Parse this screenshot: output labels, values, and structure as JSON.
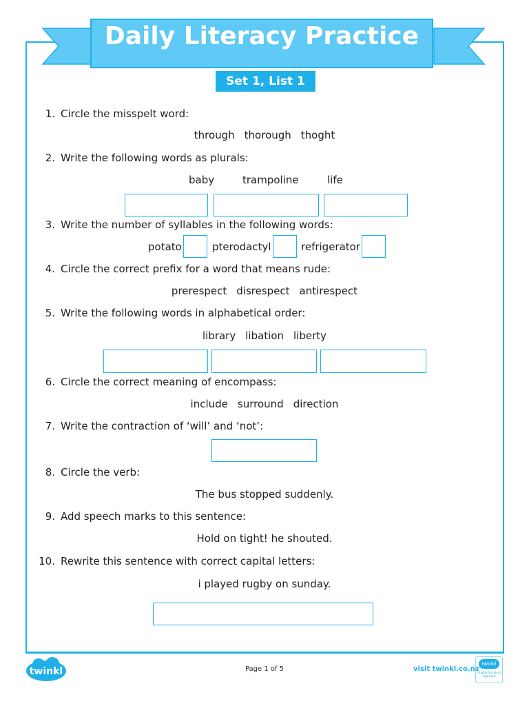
{
  "title": "Daily Literacy Practice",
  "subtitle": "Set 1, List 1",
  "colors": {
    "accent": "#1fb0ea",
    "banner": "#5ecaf5"
  },
  "questions": [
    {
      "num": "1.",
      "text": "Circle the misspelt word:",
      "options": [
        "through",
        "thorough",
        "thoght"
      ]
    },
    {
      "num": "2.",
      "text": "Write the following words as plurals:",
      "options": [
        "baby",
        "trampoline",
        "life"
      ]
    },
    {
      "num": "3.",
      "text": "Write the number of syllables in the following words:",
      "options": [
        "potato",
        "pterodactyl",
        "refrigerator"
      ]
    },
    {
      "num": "4.",
      "text": "Circle the correct prefix for a word that means rude:",
      "options": [
        "prerespect",
        "disrespect",
        "antirespect"
      ]
    },
    {
      "num": "5.",
      "text": "Write the following words in alphabetical order:",
      "options": [
        "library",
        "libation",
        "liberty"
      ]
    },
    {
      "num": "6.",
      "text": "Circle the correct meaning of encompass:",
      "options": [
        "include",
        "surround",
        "direction"
      ]
    },
    {
      "num": "7.",
      "text": "Write the contraction of ‘will’ and ‘not’:"
    },
    {
      "num": "8.",
      "text": "Circle the verb:",
      "sentence": "The bus stopped suddenly."
    },
    {
      "num": "9.",
      "text": "Add speech marks to this sentence:",
      "sentence": "Hold on tight! he shouted."
    },
    {
      "num": "10.",
      "text": "Rewrite this sentence with correct capital letters:",
      "sentence": "i played rugby on sunday."
    }
  ],
  "footer": {
    "logo": "twinkl",
    "page": "Page 1 of 5",
    "link": "visit twinkl.co.nz",
    "badge": "twinkl Quality Standard Approved"
  }
}
